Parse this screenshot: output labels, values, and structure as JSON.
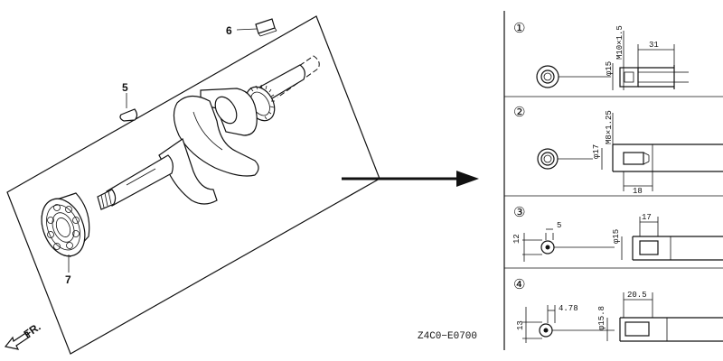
{
  "parts": {
    "part_5": "5",
    "part_6": "6",
    "part_7": "7"
  },
  "direction": "FR.",
  "figure_code": "Z4C0−E0700",
  "variants": [
    {
      "num": "①",
      "dims": [
        "φ15",
        "M10×1.5",
        "31"
      ]
    },
    {
      "num": "②",
      "dims": [
        "φ17",
        "M8×1.25",
        "18"
      ]
    },
    {
      "num": "③",
      "dims": [
        "12",
        "5",
        "φ15",
        "17"
      ]
    },
    {
      "num": "④",
      "dims": [
        "13",
        "4.78",
        "φ15.8",
        "20.5"
      ]
    }
  ]
}
